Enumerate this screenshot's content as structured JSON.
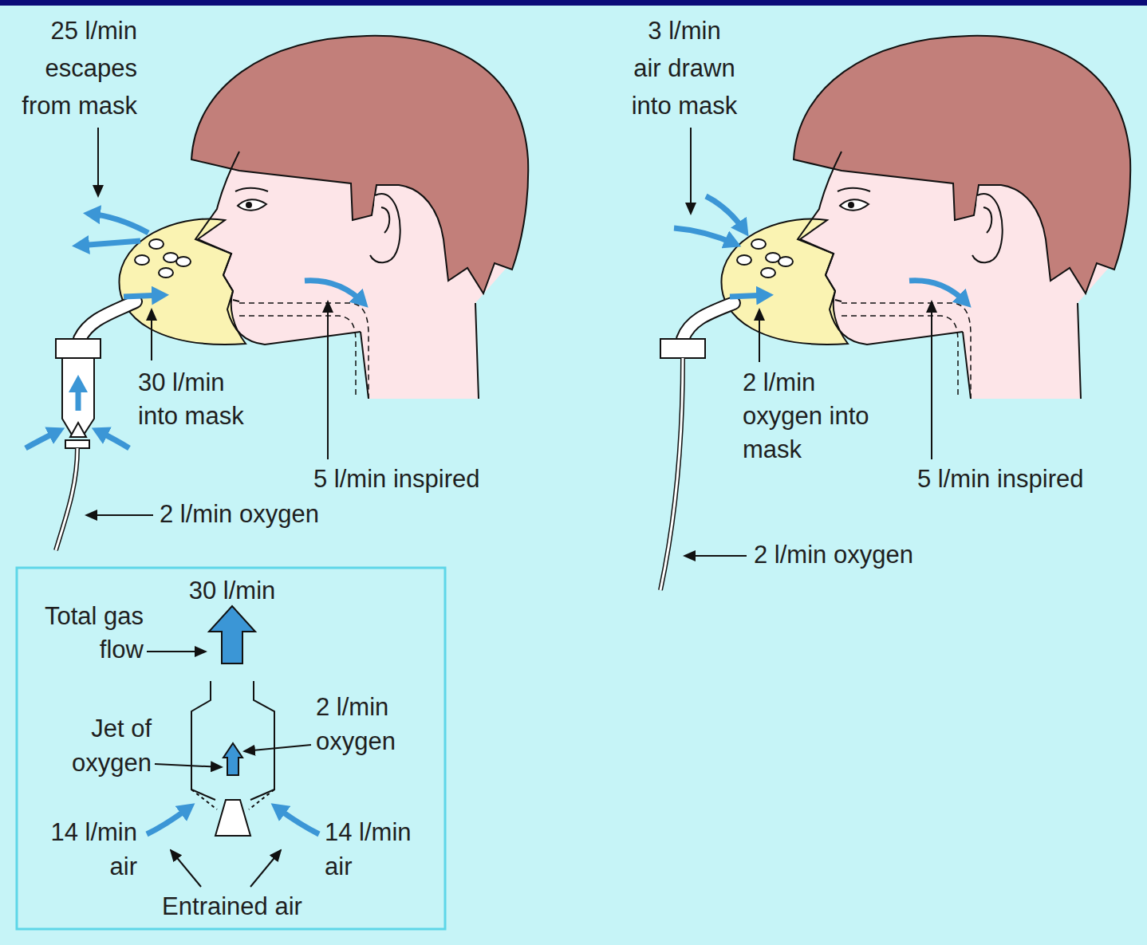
{
  "diagram": {
    "labels": [
      "25 l/min escapes from mask",
      "30 l/min into mask",
      "5 l/min inspired",
      "2 l/min oxygen",
      "3 l/min air drawn into mask",
      "2 l/min oxygen into mask",
      "5 l/min inspired",
      "2 l/min oxygen",
      "30 l/min",
      "Total gas flow",
      "Jet of oxygen",
      "2 l/min oxygen",
      "14 l/min air",
      "14 l/min air",
      "Entrained air"
    ]
  }
}
